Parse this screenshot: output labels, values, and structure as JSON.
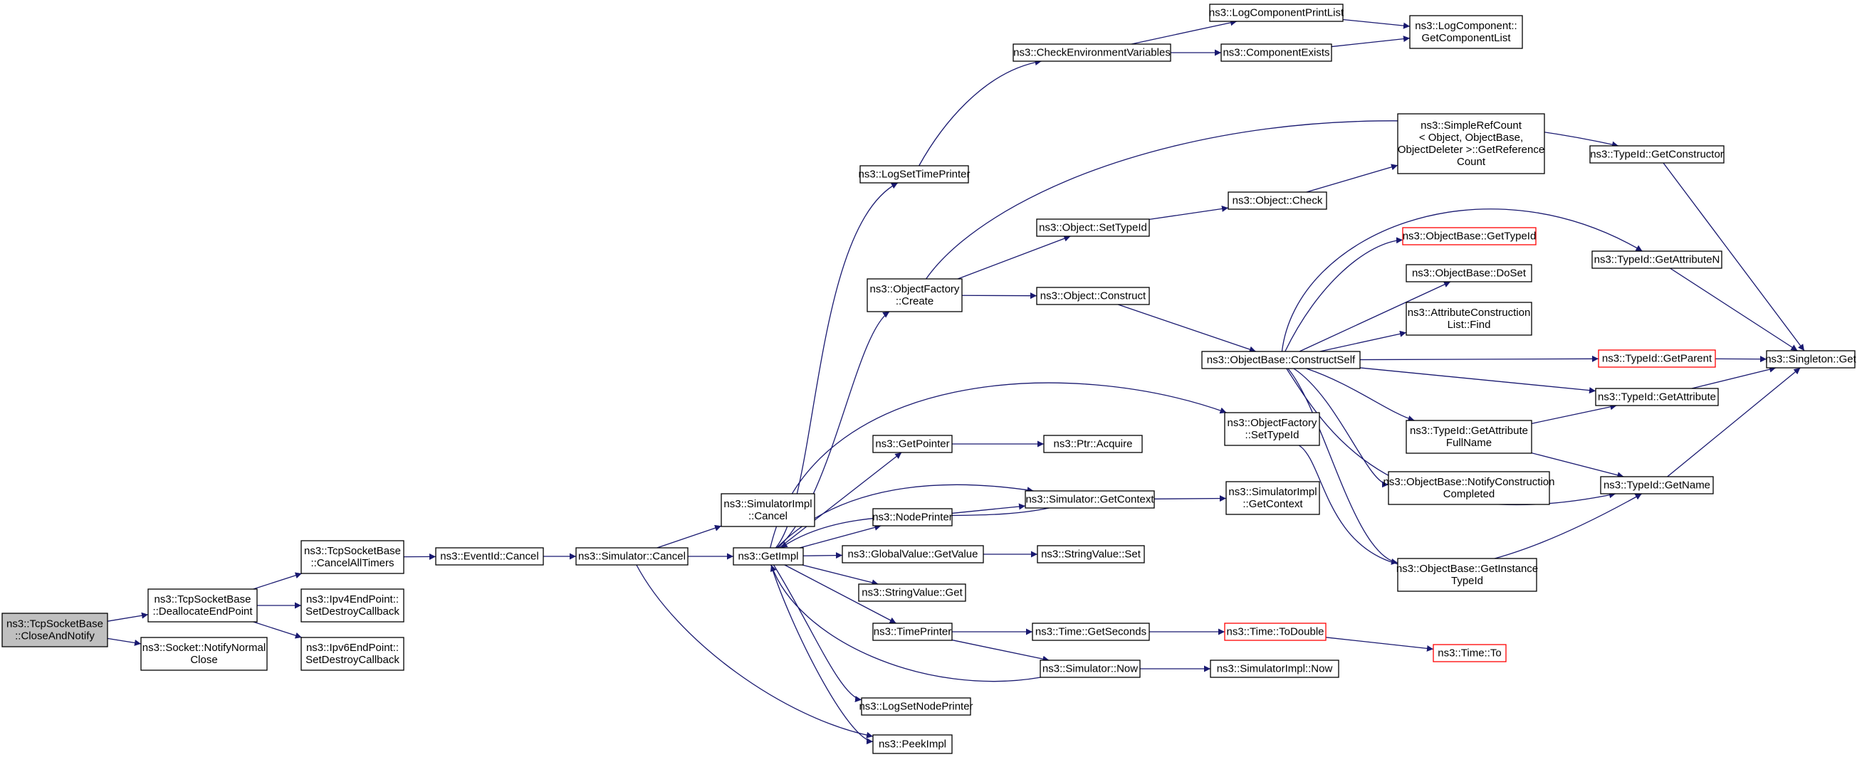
{
  "colors": {
    "edge": "#191970",
    "node_border": "#000000",
    "node_border_red": "#ff0000",
    "node_fill": "#ffffff",
    "root_fill": "#bfbfbf",
    "text": "#000000"
  },
  "nodes": [
    {
      "id": "root",
      "lines": [
        "ns3::TcpSocketBase",
        "::CloseAndNotify"
      ],
      "style": "root"
    },
    {
      "id": "dealloc",
      "lines": [
        "ns3::TcpSocketBase",
        "::DeallocateEndPoint"
      ]
    },
    {
      "id": "notifyNormalClose",
      "lines": [
        "ns3::Socket::NotifyNormal",
        "Close"
      ]
    },
    {
      "id": "cancelAllTimers",
      "lines": [
        "ns3::TcpSocketBase",
        "::CancelAllTimers"
      ]
    },
    {
      "id": "ipv4SetDestroy",
      "lines": [
        "ns3::Ipv4EndPoint::",
        "SetDestroyCallback"
      ]
    },
    {
      "id": "ipv6SetDestroy",
      "lines": [
        "ns3::Ipv6EndPoint::",
        "SetDestroyCallback"
      ]
    },
    {
      "id": "eventIdCancel",
      "lines": [
        "ns3::EventId::Cancel"
      ]
    },
    {
      "id": "simCancel",
      "lines": [
        "ns3::Simulator::Cancel"
      ]
    },
    {
      "id": "simImplCancel",
      "lines": [
        "ns3::SimulatorImpl",
        "::Cancel"
      ]
    },
    {
      "id": "getImpl",
      "lines": [
        "ns3::GetImpl"
      ]
    },
    {
      "id": "peekImpl",
      "lines": [
        "ns3::PeekImpl"
      ]
    },
    {
      "id": "logSetTimePrinter",
      "lines": [
        "ns3::LogSetTimePrinter"
      ]
    },
    {
      "id": "checkEnv",
      "lines": [
        "ns3::CheckEnvironmentVariables"
      ]
    },
    {
      "id": "logCompPrintList",
      "lines": [
        "ns3::LogComponentPrintList"
      ]
    },
    {
      "id": "componentExists",
      "lines": [
        "ns3::ComponentExists"
      ]
    },
    {
      "id": "getComponentList",
      "lines": [
        "ns3::LogComponent::",
        "GetComponentList"
      ]
    },
    {
      "id": "objFactoryCreate",
      "lines": [
        "ns3::ObjectFactory",
        "::Create"
      ]
    },
    {
      "id": "objSetTypeId",
      "lines": [
        "ns3::Object::SetTypeId"
      ]
    },
    {
      "id": "objCheck",
      "lines": [
        "ns3::Object::Check"
      ]
    },
    {
      "id": "simpleRefCount",
      "lines": [
        "ns3::SimpleRefCount",
        "< Object, ObjectBase,",
        "ObjectDeleter >::GetReference",
        "Count"
      ]
    },
    {
      "id": "objConstruct",
      "lines": [
        "ns3::Object::Construct"
      ]
    },
    {
      "id": "constructSelf",
      "lines": [
        "ns3::ObjectBase::ConstructSelf"
      ]
    },
    {
      "id": "getTypeIdObjBase",
      "lines": [
        "ns3::ObjectBase::GetTypeId"
      ],
      "style": "red"
    },
    {
      "id": "doSet",
      "lines": [
        "ns3::ObjectBase::DoSet"
      ]
    },
    {
      "id": "attrConstrFind",
      "lines": [
        "ns3::AttributeConstruction",
        "List::Find"
      ]
    },
    {
      "id": "getAttrFullName",
      "lines": [
        "ns3::TypeId::GetAttribute",
        "FullName"
      ]
    },
    {
      "id": "notifyConstructionCompleted",
      "lines": [
        "ns3::ObjectBase::NotifyConstruction",
        "Completed"
      ]
    },
    {
      "id": "getInstanceTypeId",
      "lines": [
        "ns3::ObjectBase::GetInstance",
        "TypeId"
      ]
    },
    {
      "id": "typeIdGetConstructor",
      "lines": [
        "ns3::TypeId::GetConstructor"
      ]
    },
    {
      "id": "typeIdGetAttributeN",
      "lines": [
        "ns3::TypeId::GetAttributeN"
      ]
    },
    {
      "id": "typeIdGetParent",
      "lines": [
        "ns3::TypeId::GetParent"
      ],
      "style": "red"
    },
    {
      "id": "typeIdGetAttribute",
      "lines": [
        "ns3::TypeId::GetAttribute"
      ]
    },
    {
      "id": "typeIdGetName",
      "lines": [
        "ns3::TypeId::GetName"
      ]
    },
    {
      "id": "singletonGet",
      "lines": [
        "ns3::Singleton::Get"
      ]
    },
    {
      "id": "objFactorySetTypeId",
      "lines": [
        "ns3::ObjectFactory",
        "::SetTypeId"
      ]
    },
    {
      "id": "getPointer",
      "lines": [
        "ns3::GetPointer"
      ]
    },
    {
      "id": "ptrAcquire",
      "lines": [
        "ns3::Ptr::Acquire"
      ]
    },
    {
      "id": "nodePrinter",
      "lines": [
        "ns3::NodePrinter"
      ]
    },
    {
      "id": "simGetContext",
      "lines": [
        "ns3::Simulator::GetContext"
      ]
    },
    {
      "id": "simImplGetContext",
      "lines": [
        "ns3::SimulatorImpl",
        "::GetContext"
      ]
    },
    {
      "id": "globalValueGetValue",
      "lines": [
        "ns3::GlobalValue::GetValue"
      ]
    },
    {
      "id": "stringValueSet",
      "lines": [
        "ns3::StringValue::Set"
      ]
    },
    {
      "id": "stringValueGet",
      "lines": [
        "ns3::StringValue::Get"
      ]
    },
    {
      "id": "timePrinter",
      "lines": [
        "ns3::TimePrinter"
      ]
    },
    {
      "id": "timeGetSeconds",
      "lines": [
        "ns3::Time::GetSeconds"
      ]
    },
    {
      "id": "timeToDouble",
      "lines": [
        "ns3::Time::ToDouble"
      ],
      "style": "red"
    },
    {
      "id": "timeTo",
      "lines": [
        "ns3::Time::To"
      ],
      "style": "red"
    },
    {
      "id": "simNow",
      "lines": [
        "ns3::Simulator::Now"
      ]
    },
    {
      "id": "simImplNow",
      "lines": [
        "ns3::SimulatorImpl::Now"
      ]
    },
    {
      "id": "logSetNodePrinter",
      "lines": [
        "ns3::LogSetNodePrinter"
      ]
    }
  ],
  "edges": [
    [
      "root",
      "dealloc"
    ],
    [
      "root",
      "notifyNormalClose"
    ],
    [
      "dealloc",
      "cancelAllTimers"
    ],
    [
      "dealloc",
      "ipv4SetDestroy"
    ],
    [
      "dealloc",
      "ipv6SetDestroy"
    ],
    [
      "cancelAllTimers",
      "eventIdCancel"
    ],
    [
      "eventIdCancel",
      "simCancel"
    ],
    [
      "simCancel",
      "simImplCancel"
    ],
    [
      "simCancel",
      "getImpl"
    ],
    [
      "simCancel",
      "peekImpl"
    ],
    [
      "getImpl",
      "logSetTimePrinter"
    ],
    [
      "getImpl",
      "objFactoryCreate"
    ],
    [
      "getImpl",
      "objFactorySetTypeId"
    ],
    [
      "getImpl",
      "getPointer"
    ],
    [
      "getImpl",
      "nodePrinter"
    ],
    [
      "getImpl",
      "simGetContext"
    ],
    [
      "getImpl",
      "globalValueGetValue"
    ],
    [
      "getImpl",
      "stringValueGet"
    ],
    [
      "getImpl",
      "timePrinter"
    ],
    [
      "getImpl",
      "logSetNodePrinter"
    ],
    [
      "getImpl",
      "peekImpl"
    ],
    [
      "logSetTimePrinter",
      "checkEnv"
    ],
    [
      "checkEnv",
      "logCompPrintList"
    ],
    [
      "checkEnv",
      "componentExists"
    ],
    [
      "logCompPrintList",
      "getComponentList"
    ],
    [
      "componentExists",
      "getComponentList"
    ],
    [
      "objFactoryCreate",
      "typeIdGetConstructor"
    ],
    [
      "objFactoryCreate",
      "objSetTypeId"
    ],
    [
      "objFactoryCreate",
      "objConstruct"
    ],
    [
      "objSetTypeId",
      "objCheck"
    ],
    [
      "objCheck",
      "simpleRefCount"
    ],
    [
      "objConstruct",
      "constructSelf"
    ],
    [
      "constructSelf",
      "getTypeIdObjBase"
    ],
    [
      "constructSelf",
      "doSet"
    ],
    [
      "constructSelf",
      "attrConstrFind"
    ],
    [
      "constructSelf",
      "typeIdGetAttributeN"
    ],
    [
      "constructSelf",
      "typeIdGetParent"
    ],
    [
      "constructSelf",
      "typeIdGetAttribute"
    ],
    [
      "constructSelf",
      "getAttrFullName"
    ],
    [
      "constructSelf",
      "notifyConstructionCompleted"
    ],
    [
      "constructSelf",
      "getInstanceTypeId"
    ],
    [
      "constructSelf",
      "typeIdGetName"
    ],
    [
      "typeIdGetConstructor",
      "singletonGet"
    ],
    [
      "typeIdGetAttributeN",
      "singletonGet"
    ],
    [
      "typeIdGetParent",
      "singletonGet"
    ],
    [
      "typeIdGetAttribute",
      "singletonGet"
    ],
    [
      "typeIdGetName",
      "singletonGet"
    ],
    [
      "getAttrFullName",
      "typeIdGetAttribute"
    ],
    [
      "getAttrFullName",
      "typeIdGetName"
    ],
    [
      "objFactorySetTypeId",
      "typeIdGetName"
    ],
    [
      "getPointer",
      "ptrAcquire"
    ],
    [
      "nodePrinter",
      "simGetContext"
    ],
    [
      "simGetContext",
      "simImplGetContext"
    ],
    [
      "simGetContext",
      "getImpl"
    ],
    [
      "globalValueGetValue",
      "stringValueSet"
    ],
    [
      "timePrinter",
      "timeGetSeconds"
    ],
    [
      "timePrinter",
      "simNow"
    ],
    [
      "timeGetSeconds",
      "timeToDouble"
    ],
    [
      "timeToDouble",
      "timeTo"
    ],
    [
      "simNow",
      "simImplNow"
    ],
    [
      "simNow",
      "getImpl"
    ]
  ]
}
